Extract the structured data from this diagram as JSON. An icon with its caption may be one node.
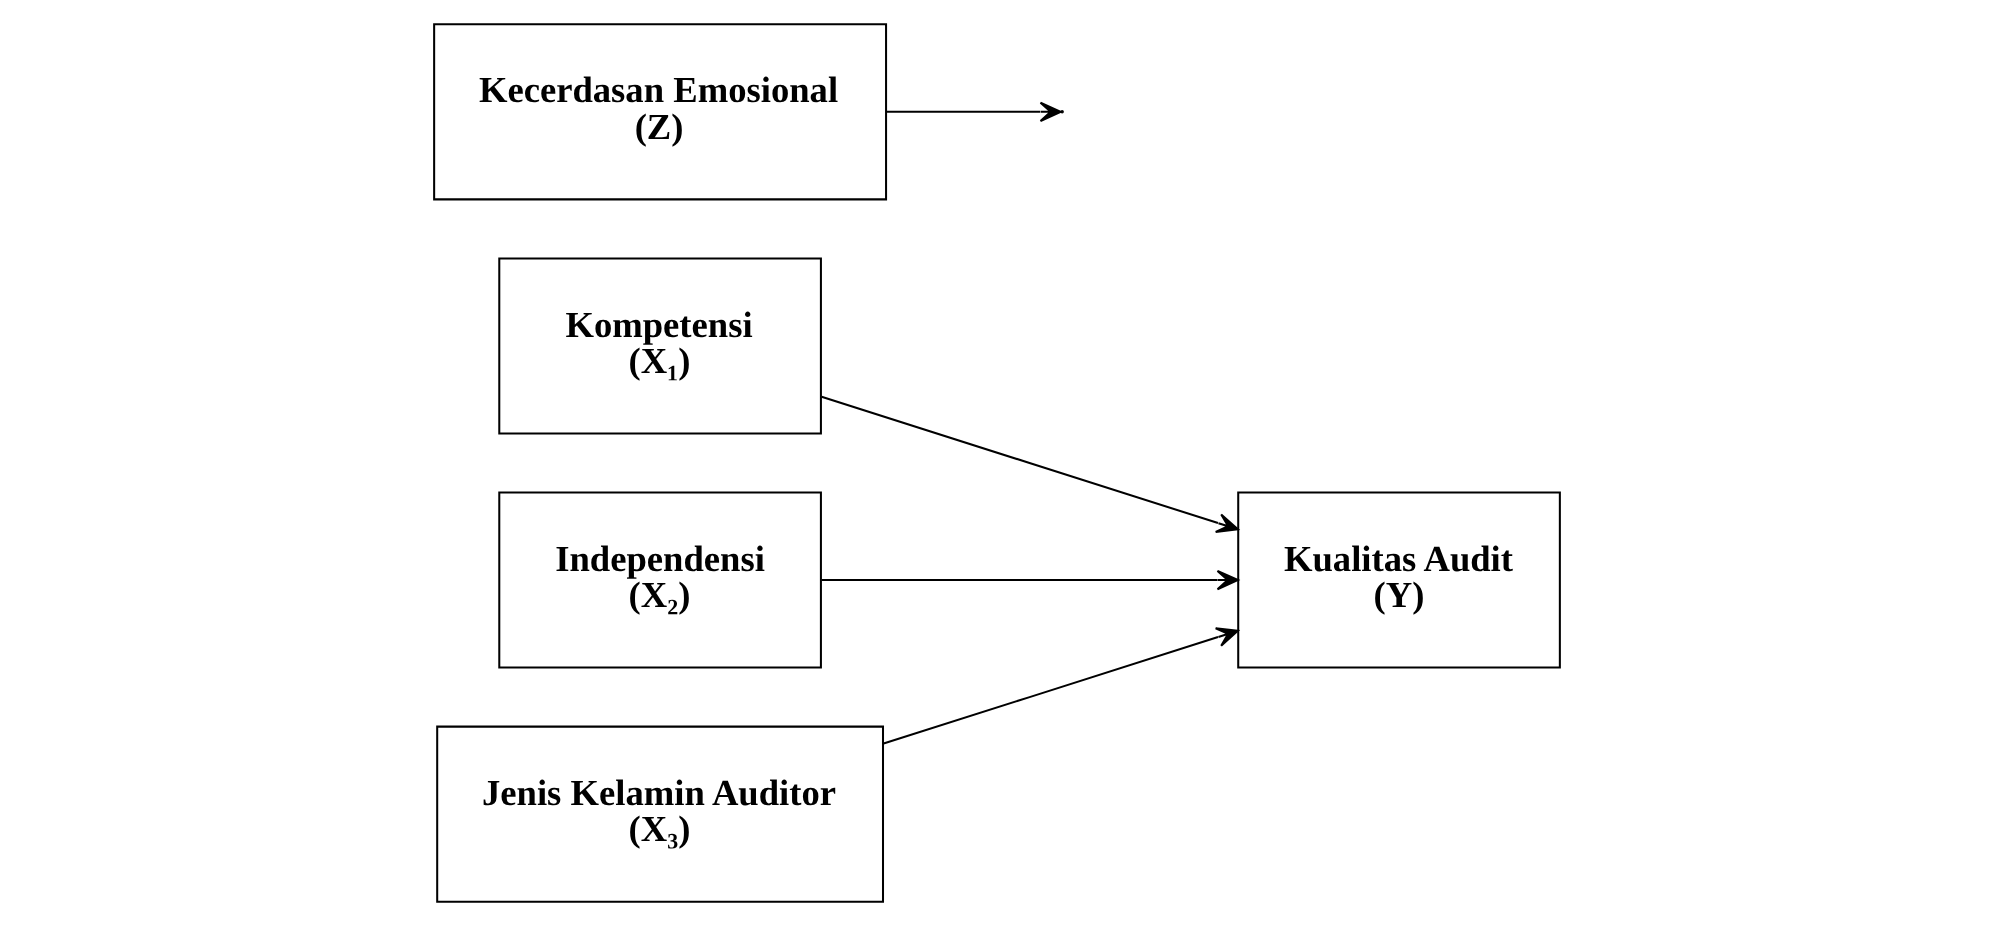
{
  "diagram": {
    "nodes": [
      {
        "text": [
          "Kompetensi",
          "(X₁)"
        ]
      },
      {
        "text": [
          "Independensi",
          "(X₂)"
        ]
      },
      {
        "text": [
          "Jenis Kelamin Auditor",
          "(X₃)"
        ]
      },
      {
        "text": [
          "Kualitas Audit",
          "(Y)"
        ]
      },
      {
        "text": [
          "Kecerdasan Emosional",
          "(Z)"
        ]
      }
    ],
    "edges": [
      {
        "from": 0,
        "to": 3,
        "arrow": "to"
      },
      {
        "from": 1,
        "to": 3,
        "arrow": "to"
      },
      {
        "from": 2,
        "to": 3,
        "arrow": "to"
      },
      {
        "from": 4,
        "to": null,
        "arrow": "to"
      }
    ]
  }
}
